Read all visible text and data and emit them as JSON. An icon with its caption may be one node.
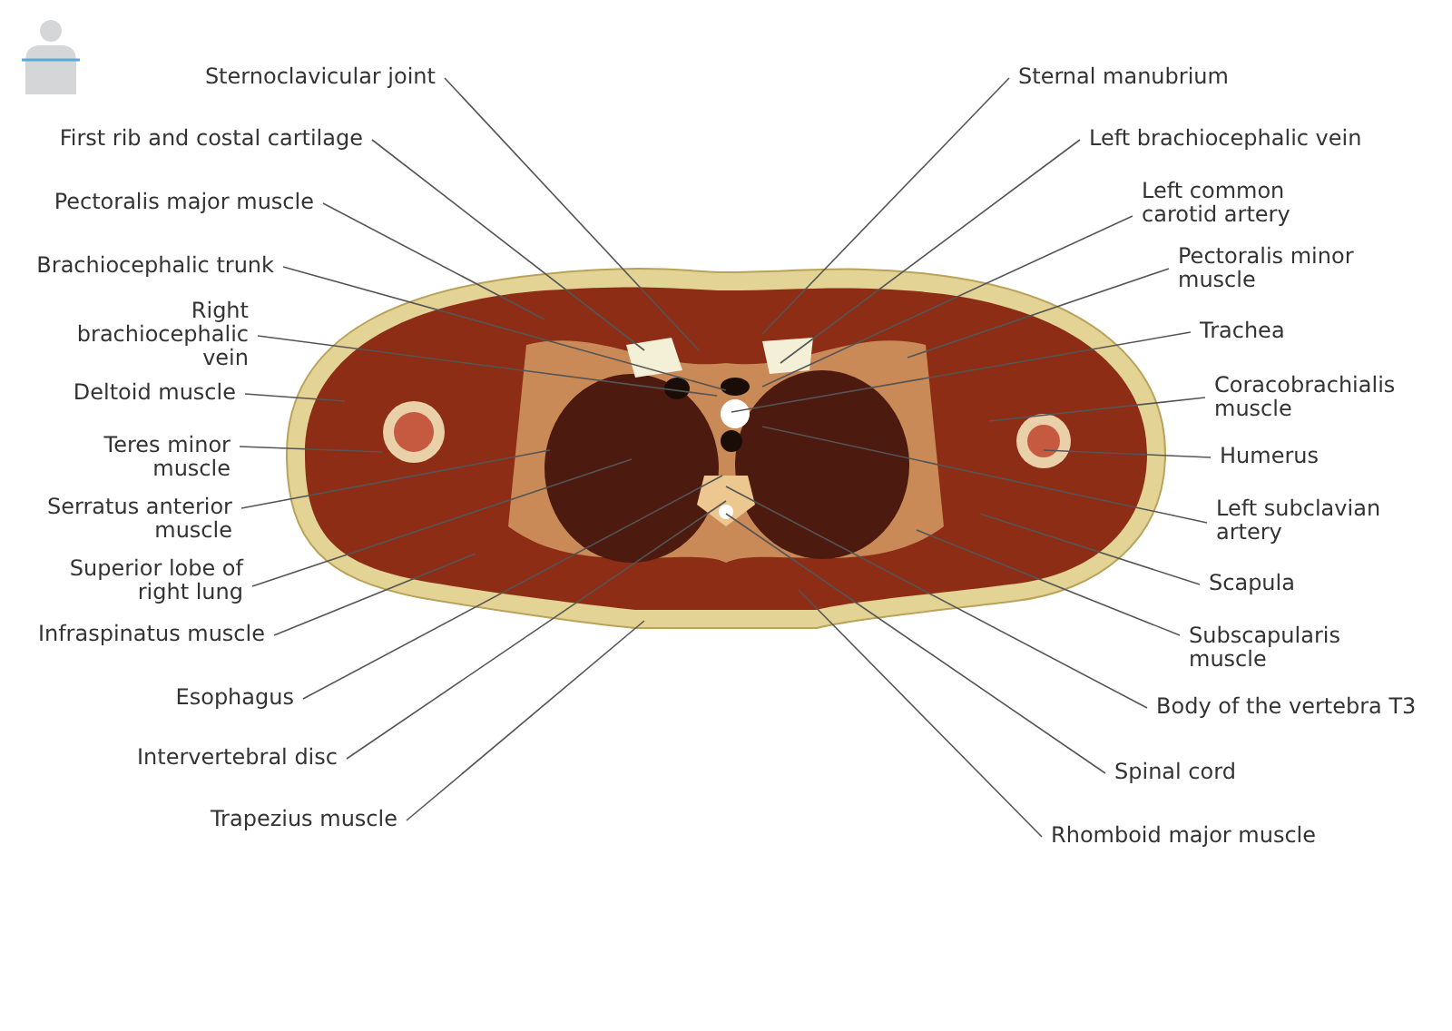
{
  "diagram": {
    "nodes": [
      {
        "text": [
          "Sternoclavicular joint"
        ]
      },
      {
        "text": [
          "First rib and costal cartilage"
        ]
      },
      {
        "text": [
          "Pectoralis major muscle"
        ]
      },
      {
        "text": [
          "Brachiocephalic trunk"
        ]
      },
      {
        "text": [
          "Right brachiocephalic vein"
        ]
      },
      {
        "text": [
          "Deltoid muscle"
        ]
      },
      {
        "text": [
          "Teres minor muscle"
        ]
      },
      {
        "text": [
          "Serratus anterior muscle"
        ]
      },
      {
        "text": [
          "Superior lobe of right lung"
        ]
      },
      {
        "text": [
          "Infraspinatus muscle"
        ]
      },
      {
        "text": [
          "Esophagus"
        ]
      },
      {
        "text": [
          "Intervertebral disc"
        ]
      },
      {
        "text": [
          "Trapezius muscle"
        ]
      },
      {
        "text": [
          "Sternal manubrium"
        ]
      },
      {
        "text": [
          "Left brachiocephalic vein"
        ]
      },
      {
        "text": [
          "Left common carotid artery"
        ]
      },
      {
        "text": [
          "Pectoralis minor muscle"
        ]
      },
      {
        "text": [
          "Trachea"
        ]
      },
      {
        "text": [
          "Coracobrachialis muscle"
        ]
      },
      {
        "text": [
          "Humerus"
        ]
      },
      {
        "text": [
          "Left subclavian artery"
        ]
      },
      {
        "text": [
          "Scapula"
        ]
      },
      {
        "text": [
          "Subscapularis muscle"
        ]
      },
      {
        "text": [
          "Body of the vertebra T3"
        ]
      },
      {
        "text": [
          "Spinal cord"
        ]
      },
      {
        "text": [
          "Rhomboid major muscle"
        ]
      }
    ],
    "edges": [
      {
        "from": 0,
        "to": null,
        "arrow": "none"
      },
      {
        "from": 1,
        "to": null,
        "arrow": "none"
      },
      {
        "from": 2,
        "to": null,
        "arrow": "none"
      },
      {
        "from": 3,
        "to": null,
        "arrow": "none"
      },
      {
        "from": 4,
        "to": null,
        "arrow": "none"
      },
      {
        "from": 5,
        "to": null,
        "arrow": "none"
      },
      {
        "from": 6,
        "to": null,
        "arrow": "none"
      },
      {
        "from": 7,
        "to": null,
        "arrow": "none"
      },
      {
        "from": 8,
        "to": null,
        "arrow": "none"
      },
      {
        "from": 9,
        "to": null,
        "arrow": "none"
      },
      {
        "from": 10,
        "to": null,
        "arrow": "none"
      },
      {
        "from": 11,
        "to": null,
        "arrow": "none"
      },
      {
        "from": 12,
        "to": null,
        "arrow": "none"
      },
      {
        "from": 13,
        "to": null,
        "arrow": "none"
      },
      {
        "from": 14,
        "to": null,
        "arrow": "none"
      },
      {
        "from": 15,
        "to": null,
        "arrow": "none"
      },
      {
        "from": 16,
        "to": null,
        "arrow": "none"
      },
      {
        "from": 17,
        "to": null,
        "arrow": "none"
      },
      {
        "from": 18,
        "to": null,
        "arrow": "none"
      },
      {
        "from": 19,
        "to": null,
        "arrow": "none"
      },
      {
        "from": 20,
        "to": null,
        "arrow": "none"
      },
      {
        "from": 21,
        "to": null,
        "arrow": "none"
      },
      {
        "from": 22,
        "to": null,
        "arrow": "none"
      },
      {
        "from": 23,
        "to": null,
        "arrow": "none"
      },
      {
        "from": 24,
        "to": null,
        "arrow": "none"
      },
      {
        "from": 25,
        "to": null,
        "arrow": "none"
      }
    ]
  }
}
